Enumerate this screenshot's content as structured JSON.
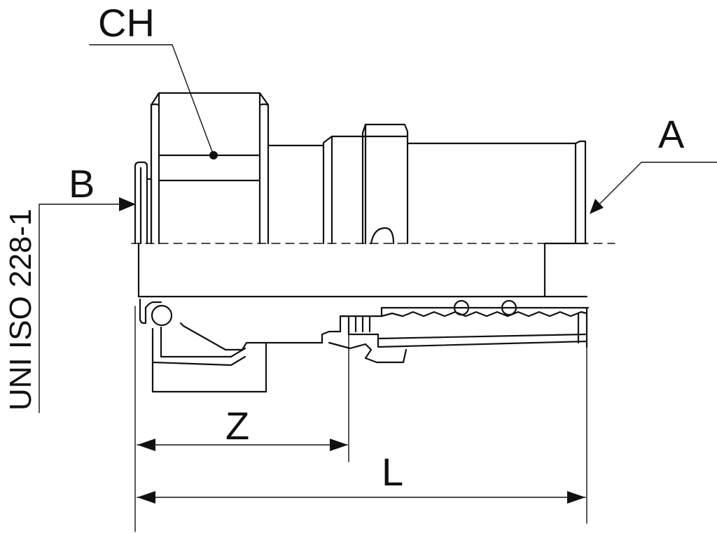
{
  "labels": {
    "ch": "CH",
    "a": "A",
    "b": "B",
    "z": "Z",
    "l": "L",
    "standard": "UNI ISO 228-1"
  },
  "colors": {
    "stroke": "#111111",
    "fill": "#ffffff"
  }
}
